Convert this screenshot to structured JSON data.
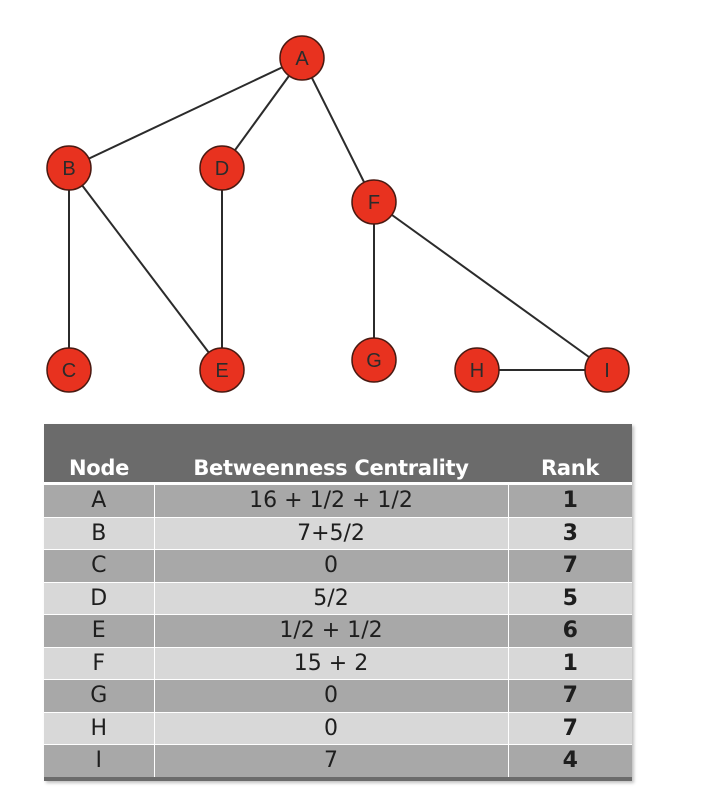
{
  "graph": {
    "nodes": [
      {
        "id": "A"
      },
      {
        "id": "B"
      },
      {
        "id": "C"
      },
      {
        "id": "D"
      },
      {
        "id": "E"
      },
      {
        "id": "F"
      },
      {
        "id": "G"
      },
      {
        "id": "H"
      },
      {
        "id": "I"
      }
    ],
    "edges": [
      [
        "A",
        "B"
      ],
      [
        "A",
        "D"
      ],
      [
        "A",
        "F"
      ],
      [
        "B",
        "C"
      ],
      [
        "B",
        "E"
      ],
      [
        "D",
        "E"
      ],
      [
        "F",
        "G"
      ],
      [
        "F",
        "I"
      ],
      [
        "H",
        "I"
      ]
    ],
    "node_color": "#e8321f"
  },
  "table": {
    "headers": [
      "Node",
      "Betweenness Centrality",
      "Rank"
    ],
    "rows": [
      {
        "node": "A",
        "bc": "16 + 1/2 + 1/2",
        "rank": "1"
      },
      {
        "node": "B",
        "bc": "7+5/2",
        "rank": "3"
      },
      {
        "node": "C",
        "bc": "0",
        "rank": "7"
      },
      {
        "node": "D",
        "bc": "5/2",
        "rank": "5"
      },
      {
        "node": "E",
        "bc": "1/2 + 1/2",
        "rank": "6"
      },
      {
        "node": "F",
        "bc": "15 + 2",
        "rank": "1"
      },
      {
        "node": "G",
        "bc": "0",
        "rank": "7"
      },
      {
        "node": "H",
        "bc": "0",
        "rank": "7"
      },
      {
        "node": "I",
        "bc": "7",
        "rank": "4"
      }
    ]
  }
}
